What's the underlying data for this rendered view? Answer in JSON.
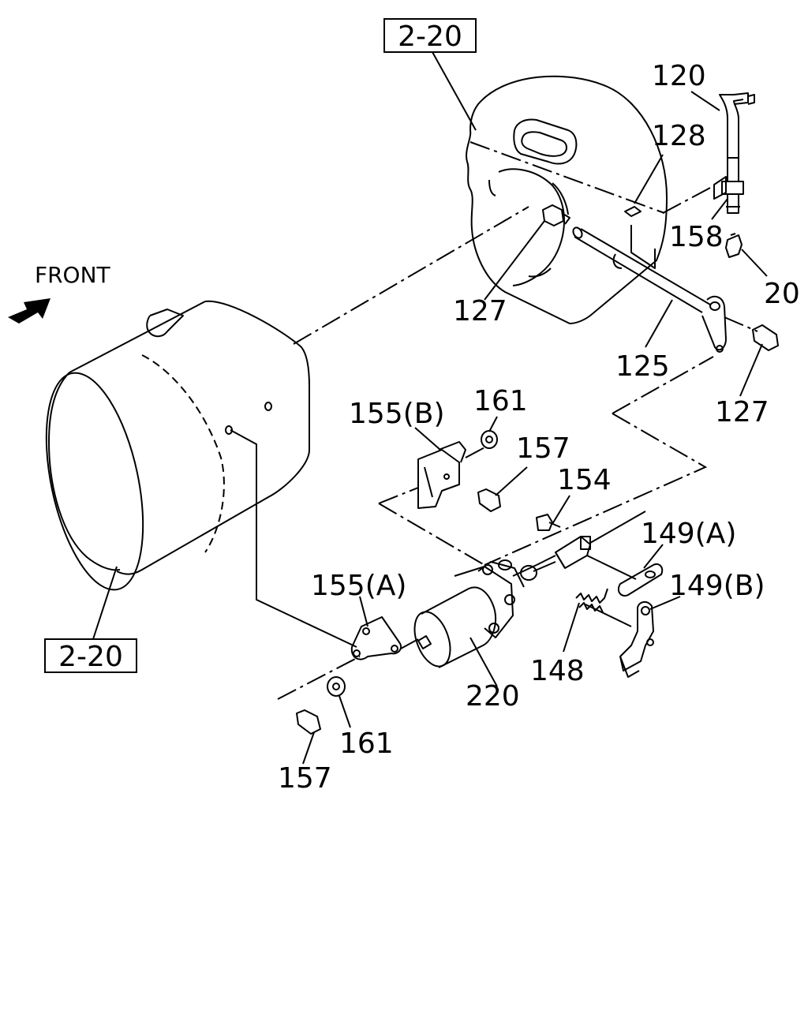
{
  "reference_boxes": {
    "top": "2-20",
    "left": "2-20"
  },
  "front_indicator": {
    "label": "FRONT",
    "icon": "arrow-icon"
  },
  "callouts": {
    "c120": "120",
    "c128": "128",
    "c158": "158",
    "c20": "20",
    "c127_upper": "127",
    "c125": "125",
    "c127_right": "127",
    "c155b": "155(B)",
    "c161_upper": "161",
    "c157_upper": "157",
    "c154": "154",
    "c149a": "149(A)",
    "c149b": "149(B)",
    "c155a": "155(A)",
    "c148": "148",
    "c220": "220",
    "c161_lower": "161",
    "c157_lower": "157"
  }
}
